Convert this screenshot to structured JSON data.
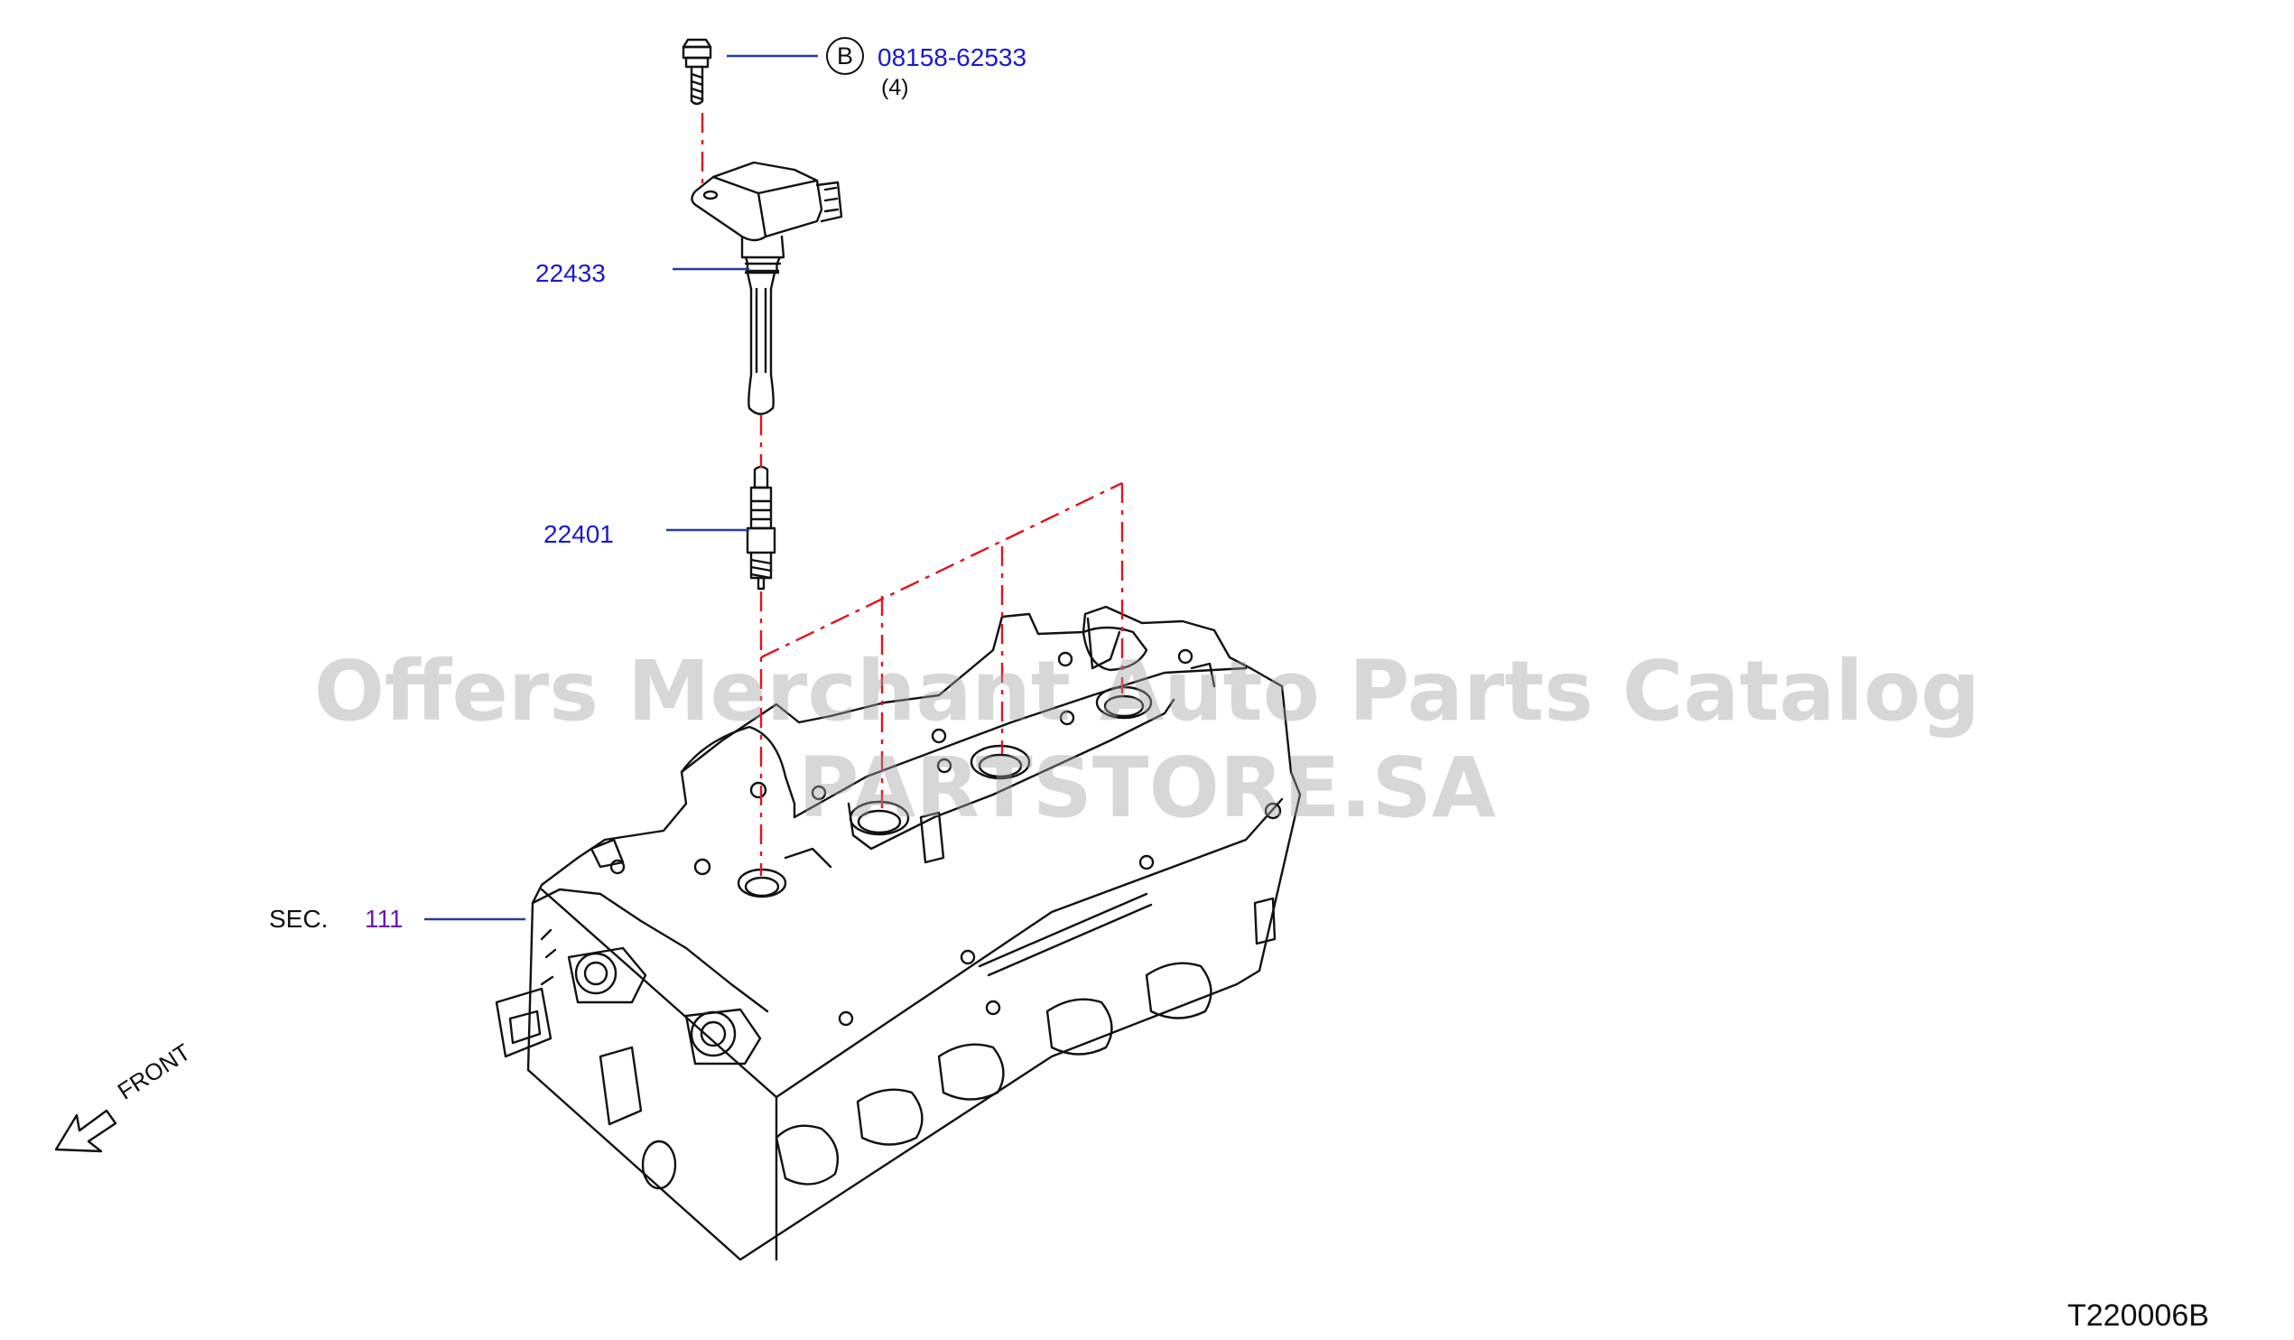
{
  "parts": {
    "bolt": {
      "ref": "B",
      "number": "08158-62533",
      "qty": "(4)"
    },
    "ignition_coil": {
      "number": "22433"
    },
    "spark_plug": {
      "number": "22401"
    },
    "cylinder_head": {
      "prefix": "SEC.",
      "number": "111"
    }
  },
  "direction": "FRONT",
  "watermark": "Offers Merchant Auto Parts Catalog PARTSTORE.SA",
  "diagram_code": "T220006B",
  "colors": {
    "link": "#1a1acc",
    "section_link": "#6a1ab8",
    "leader": "#1f3f9a",
    "centerline": "#e0141e",
    "drawing": "#111111"
  }
}
